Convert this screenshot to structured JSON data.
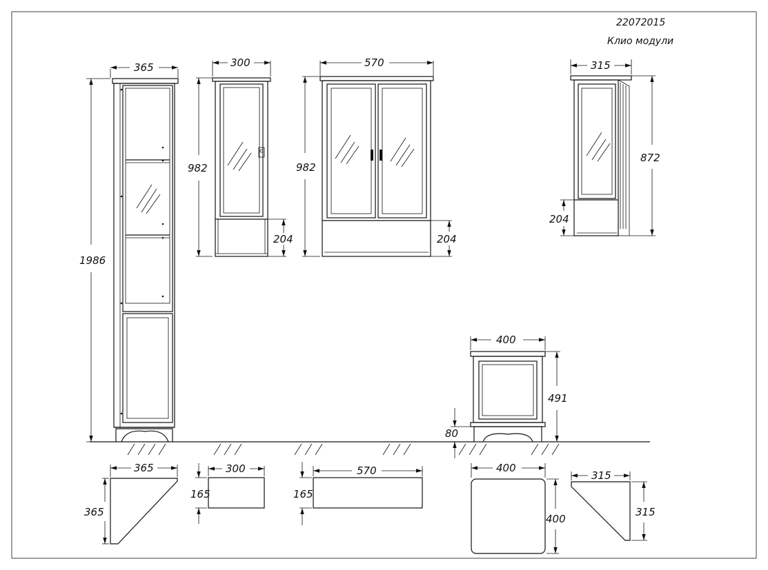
{
  "title_block": {
    "code": "22072015",
    "name": "Клио модули"
  },
  "dimensions": {
    "tall_width": "365",
    "tall_height": "1986",
    "wall1_width": "300",
    "wall1_height": "982",
    "wall1_bottom": "204",
    "wall2_width": "570",
    "wall2_height": "982",
    "wall2_bottom": "204",
    "corner_width": "315",
    "corner_height": "872",
    "corner_bottom": "204",
    "low_width": "400",
    "low_height": "491",
    "low_plinth": "80",
    "plan_tall_w": "365",
    "plan_tall_d": "365",
    "plan_w300_w": "300",
    "plan_w300_d": "165",
    "plan_w570_w": "570",
    "plan_w570_d": "165",
    "plan_low_w": "400",
    "plan_low_d": "400",
    "plan_corner_w": "315",
    "plan_corner_d": "315"
  }
}
